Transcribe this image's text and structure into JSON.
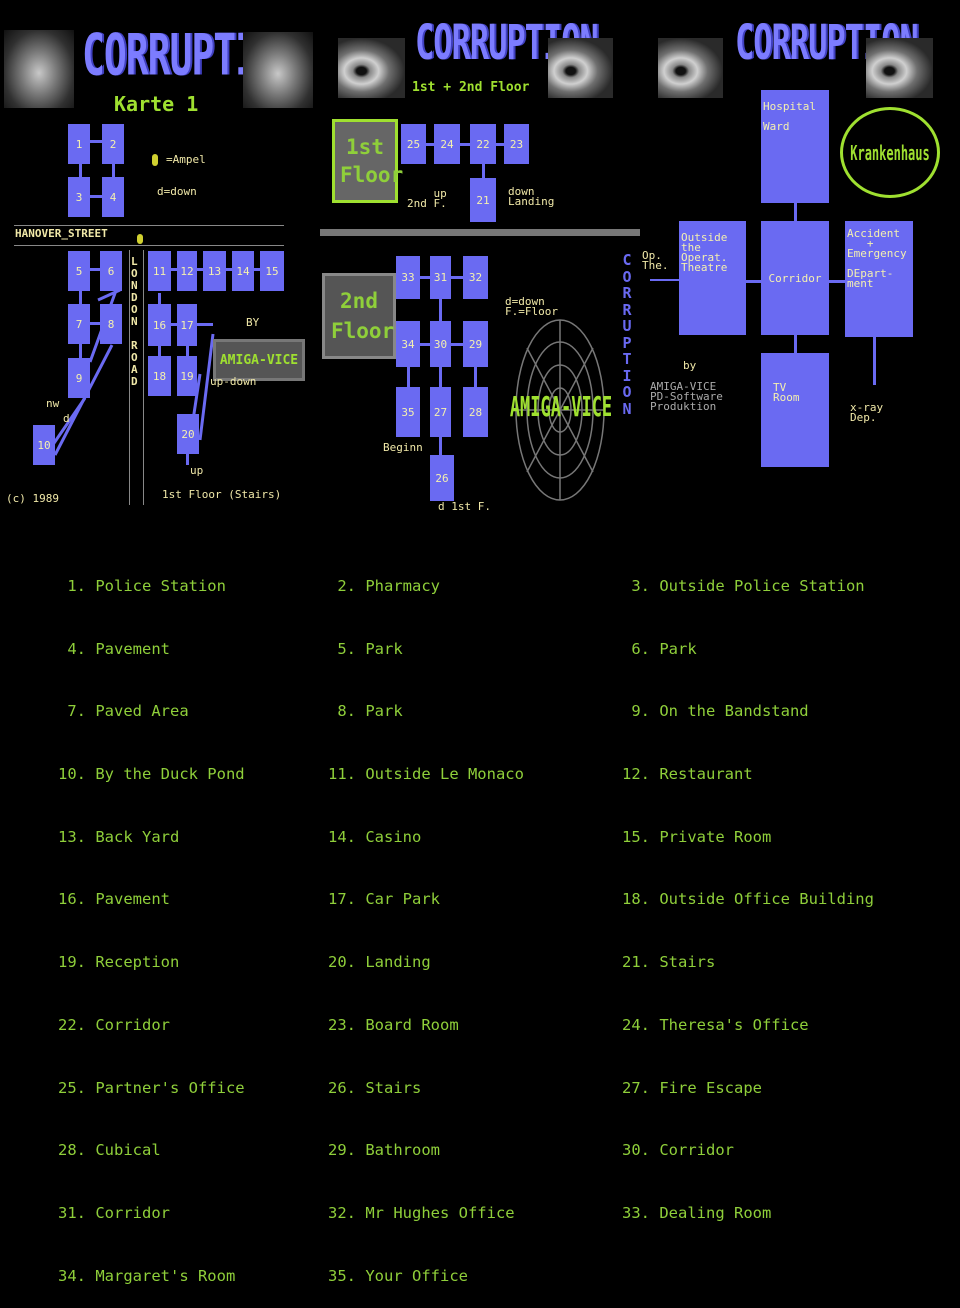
{
  "title": "CORRUPTION",
  "map1": {
    "subtitle": "Karte 1",
    "street": "HANOVER_STREET",
    "road": "LONDON ROAD",
    "ampel": "=Ampel",
    "down_note": "d=down",
    "by": "BY",
    "author": "AMIGA-VICE",
    "updown": "up-down",
    "up": "up",
    "stairs": "1st Floor (Stairs)",
    "copyright": "(c) 1989",
    "nw": "nw",
    "d": "d",
    "rooms": [
      "1",
      "2",
      "3",
      "4",
      "5",
      "6",
      "7",
      "8",
      "9",
      "10",
      "11",
      "12",
      "13",
      "14",
      "15",
      "16",
      "17",
      "18",
      "19",
      "20"
    ]
  },
  "map2": {
    "subtitle": "1st + 2nd Floor",
    "floor1": "1st Floor",
    "floor2": "2nd Floor",
    "up2nd": "up\n2nd F.",
    "downlanding": "down\nLanding",
    "legend_note": "d=down\nF.=Floor",
    "beginn": "Beginn",
    "d1stf": "d 1st F.",
    "vertical": "CORRUPTION",
    "author": "AMIGA-VICE",
    "rooms": [
      "25",
      "24",
      "22",
      "23",
      "21",
      "33",
      "31",
      "32",
      "34",
      "30",
      "29",
      "35",
      "27",
      "28",
      "26"
    ]
  },
  "map3": {
    "hospital": "Hospital\n\nWard",
    "krankenhaus": "Krankenhaus",
    "outside": "Outside\nthe\nOperat.\nTheatre",
    "corridor": "Corridor",
    "accident": "Accident\n   +\nEmergency\n\nDEpart-\nment",
    "optheatre": "Op.\nThe.",
    "tvroom": "TV\nRoom",
    "xray": "x-ray\nDep.",
    "by": "by",
    "credits": "AMIGA-VICE\nPD-Software\nProduktion"
  },
  "legend": {
    "col1": [
      " 1. Police Station",
      " 4. Pavement",
      " 7. Paved Area",
      "10. By the Duck Pond",
      "13. Back Yard",
      "16. Pavement",
      "19. Reception",
      "22. Corridor",
      "25. Partner's Office",
      "28. Cubical",
      "31. Corridor",
      "34. Margaret's Room"
    ],
    "col2": [
      " 2. Pharmacy",
      " 5. Park",
      " 8. Park",
      "11. Outside Le Monaco",
      "14. Casino",
      "17. Car Park",
      "20. Landing",
      "23. Board Room",
      "26. Stairs",
      "29. Bathroom",
      "32. Mr Hughes Office",
      "35. Your Office"
    ],
    "col3": [
      " 3. Outside Police Station",
      " 6. Park",
      " 9. On the Bandstand",
      "12. Restaurant",
      "15. Private Room",
      "18. Outside Office Building",
      "21. Stairs",
      "24. Theresa's Office",
      "27. Fire Escape",
      "30. Corridor",
      "33. Dealing Room"
    ]
  }
}
